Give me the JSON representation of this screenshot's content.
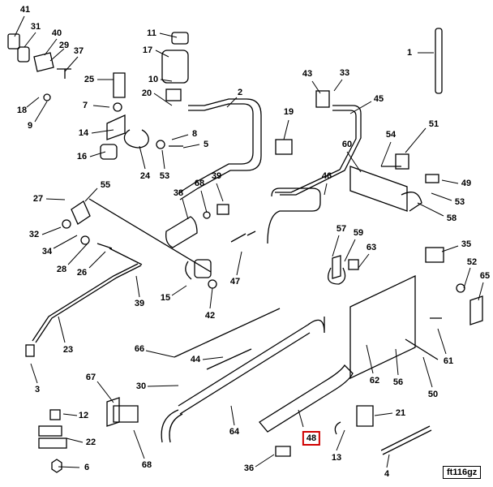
{
  "diagram": {
    "code": "ft116gz",
    "highlighted": "48",
    "highlight_color": "#d00000",
    "labels": [
      "41",
      "31",
      "40",
      "29",
      "37",
      "11",
      "17",
      "1",
      "25",
      "10",
      "20",
      "2",
      "43",
      "33",
      "45",
      "18",
      "9",
      "7",
      "14",
      "8",
      "16",
      "24",
      "53",
      "5",
      "19",
      "54",
      "51",
      "60",
      "27",
      "55",
      "38",
      "68",
      "39",
      "46",
      "49",
      "53",
      "58",
      "32",
      "34",
      "28",
      "26",
      "57",
      "59",
      "63",
      "35",
      "52",
      "65",
      "47",
      "15",
      "42",
      "39",
      "23",
      "66",
      "44",
      "62",
      "56",
      "61",
      "50",
      "3",
      "30",
      "67",
      "12",
      "22",
      "6",
      "64",
      "48",
      "21",
      "13",
      "36",
      "4",
      "68"
    ]
  }
}
